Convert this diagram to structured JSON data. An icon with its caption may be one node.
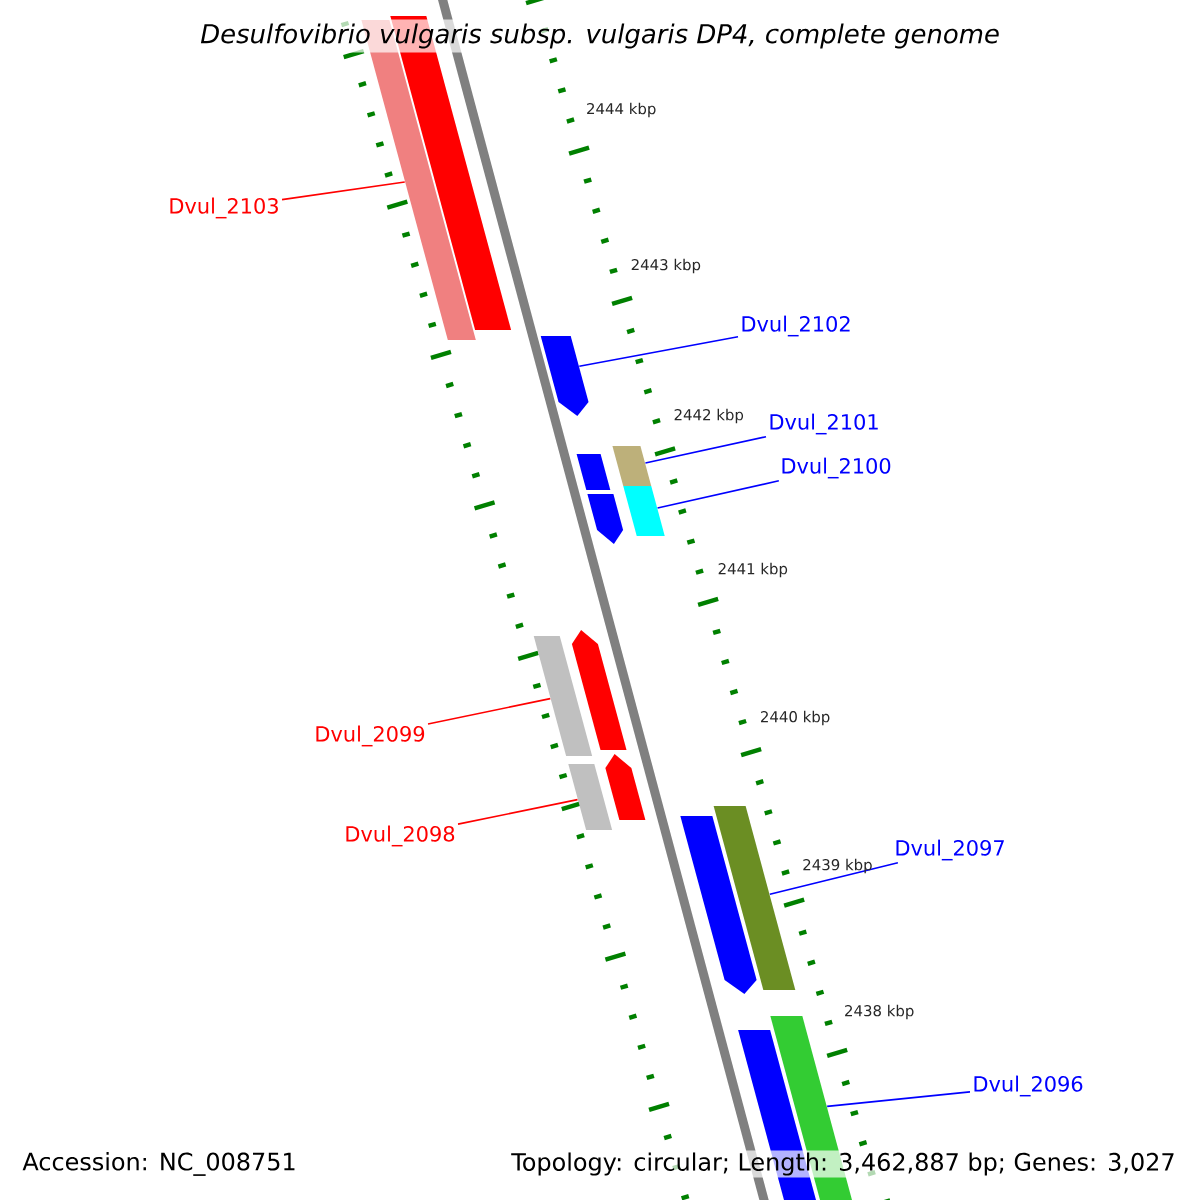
{
  "diagram": {
    "title": "Desulfovibrio vulgaris subsp. vulgaris DP4, complete genome",
    "nodes": [
      {
        "text": [
          "Dvul_2103"
        ]
      },
      {
        "text": [
          "Dvul_2102"
        ]
      },
      {
        "text": [
          "Dvul_2101"
        ]
      },
      {
        "text": [
          "Dvul_2100"
        ]
      },
      {
        "text": [
          "Dvul_2099"
        ]
      },
      {
        "text": [
          "Dvul_2098"
        ]
      },
      {
        "text": [
          "Dvul_2097"
        ]
      },
      {
        "text": [
          "Dvul_2096"
        ]
      },
      {
        "text": [],
        "shape": "bar"
      },
      {
        "text": [],
        "shape": "bar"
      },
      {
        "text": [],
        "shape": "bar"
      },
      {
        "text": [],
        "shape": "bar"
      },
      {
        "text": [],
        "shape": "bar"
      },
      {
        "text": [],
        "shape": "bar"
      },
      {
        "text": [],
        "shape": "bar"
      },
      {
        "text": [],
        "shape": "bar"
      },
      {
        "text": [],
        "shape": "bar"
      },
      {
        "text": [],
        "shape": "bar"
      },
      {
        "text": [],
        "shape": "bar"
      },
      {
        "text": [],
        "shape": "bar"
      },
      {
        "text": [],
        "shape": "bar"
      },
      {
        "text": [],
        "shape": "bar"
      },
      {
        "text": [],
        "shape": "bar"
      }
    ],
    "edges": [
      {
        "from": 0,
        "to": 8,
        "arrow": "none",
        "color": "#ff0000"
      },
      {
        "from": 1,
        "to": 9,
        "arrow": "none"
      },
      {
        "from": 2,
        "to": 10,
        "arrow": "none"
      },
      {
        "from": 3,
        "to": 11,
        "arrow": "none"
      },
      {
        "from": 4,
        "to": 12,
        "arrow": "none",
        "color": "#ff0000"
      },
      {
        "from": 5,
        "to": 13,
        "arrow": "none",
        "color": "#ff0000"
      },
      {
        "from": 6,
        "to": 14,
        "arrow": "none"
      },
      {
        "from": 7,
        "to": 15,
        "arrow": "none"
      }
    ],
    "labels": [
      "2444 kbp",
      "2443 kbp",
      "2442 kbp",
      "2441 kbp",
      "2440 kbp",
      "2439 kbp",
      "2438 kbp",
      "Accession: NC_008751",
      "Topology: circular; Length: 3,462,887 bp; Genes: 3,027"
    ]
  }
}
